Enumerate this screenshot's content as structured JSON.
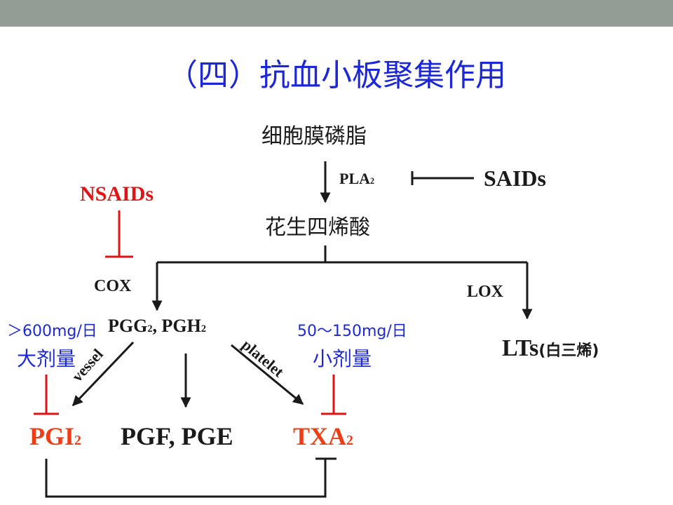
{
  "title": "（四）抗血小板聚集作用",
  "nodes": {
    "membrane": "细胞膜磷脂",
    "pla2": "PLA",
    "pla2_sub": "2",
    "saids": "SAIDs",
    "nsaids": "NSAIDs",
    "arachidonic": "花生四烯酸",
    "cox": "COX",
    "lox": "LOX",
    "pgg": "PGG",
    "pgg_sub": "2",
    "pgh_sep": ", PGH",
    "pgh_sub": "2",
    "lts": "LTs",
    "lts_note": "(白三烯)",
    "pgi": "PGI",
    "pgi_sub": "2",
    "pgf_pge": "PGF, PGE",
    "txa": "TXA",
    "txa_sub": "2",
    "vessel": "vessel",
    "platelet": "platelet"
  },
  "dose": {
    "high_amount": "＞600mg/日",
    "high_label": "大剂量",
    "low_amount": "50～150mg/日",
    "low_label": "小剂量"
  },
  "colors": {
    "title": "#1c28d8",
    "inhibitor": "#e01414",
    "product": "#f03c14",
    "dose": "#1c28d8",
    "header_bar": "#939c95"
  }
}
